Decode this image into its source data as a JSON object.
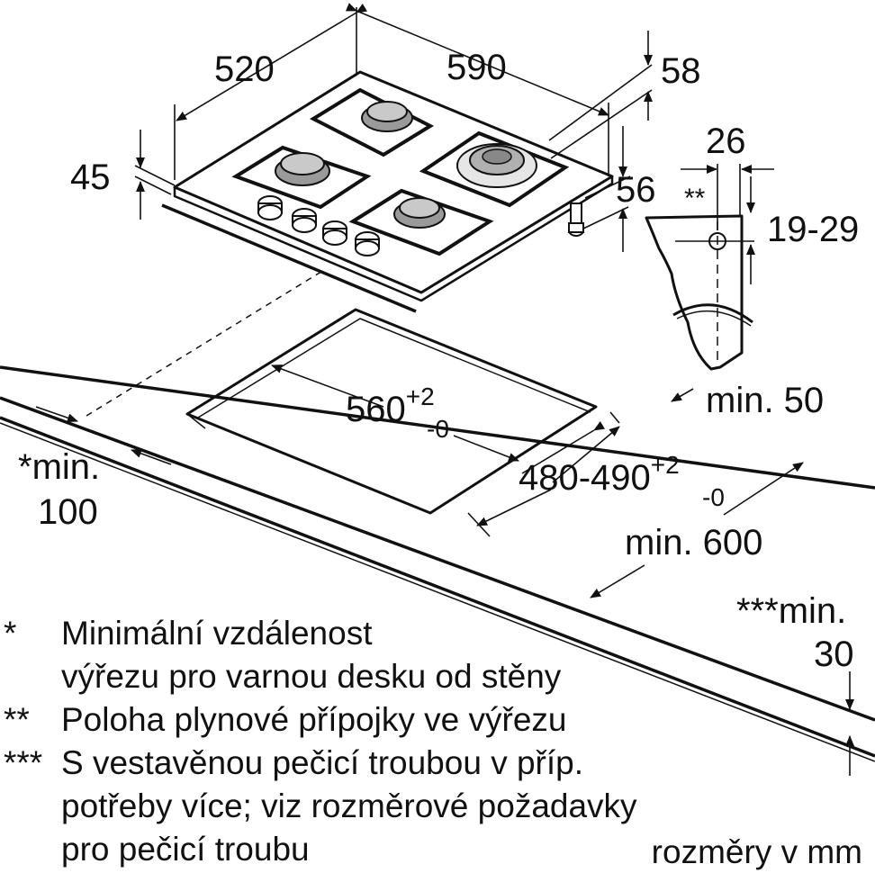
{
  "dimensions": {
    "depth": "520",
    "width": "590",
    "rear_offset": "58",
    "height": "45",
    "connector_height": "56",
    "pipe_offset": "26",
    "pipe_range": "19-29",
    "pipe_marker": "**",
    "cutout_width": "560",
    "cutout_width_tol_plus": "+2",
    "cutout_width_tol_minus": "-0",
    "cutout_depth": "480-490",
    "cutout_depth_tol_plus": "+2",
    "cutout_depth_tol_minus": "-0",
    "rear_edge_min": "min. 50",
    "worktop_depth_min": "min. 600",
    "side_min_line1": "*min.",
    "side_min_line2": "100",
    "bottom_min_line1": "***min.",
    "bottom_min_line2": "30"
  },
  "notes": [
    {
      "marker": "*",
      "lines": [
        "Minimální vzdálenost",
        "výřezu pro varnou desku od stěny"
      ]
    },
    {
      "marker": "**",
      "lines": [
        "Poloha plynové přípojky ve výřezu"
      ]
    },
    {
      "marker": "***",
      "lines": [
        "S vestavěnou pečicí troubou v příp.",
        "potřeby více; viz rozměrové požadavky",
        "pro pečicí troubu"
      ]
    }
  ],
  "units_label": "rozměry v mm"
}
